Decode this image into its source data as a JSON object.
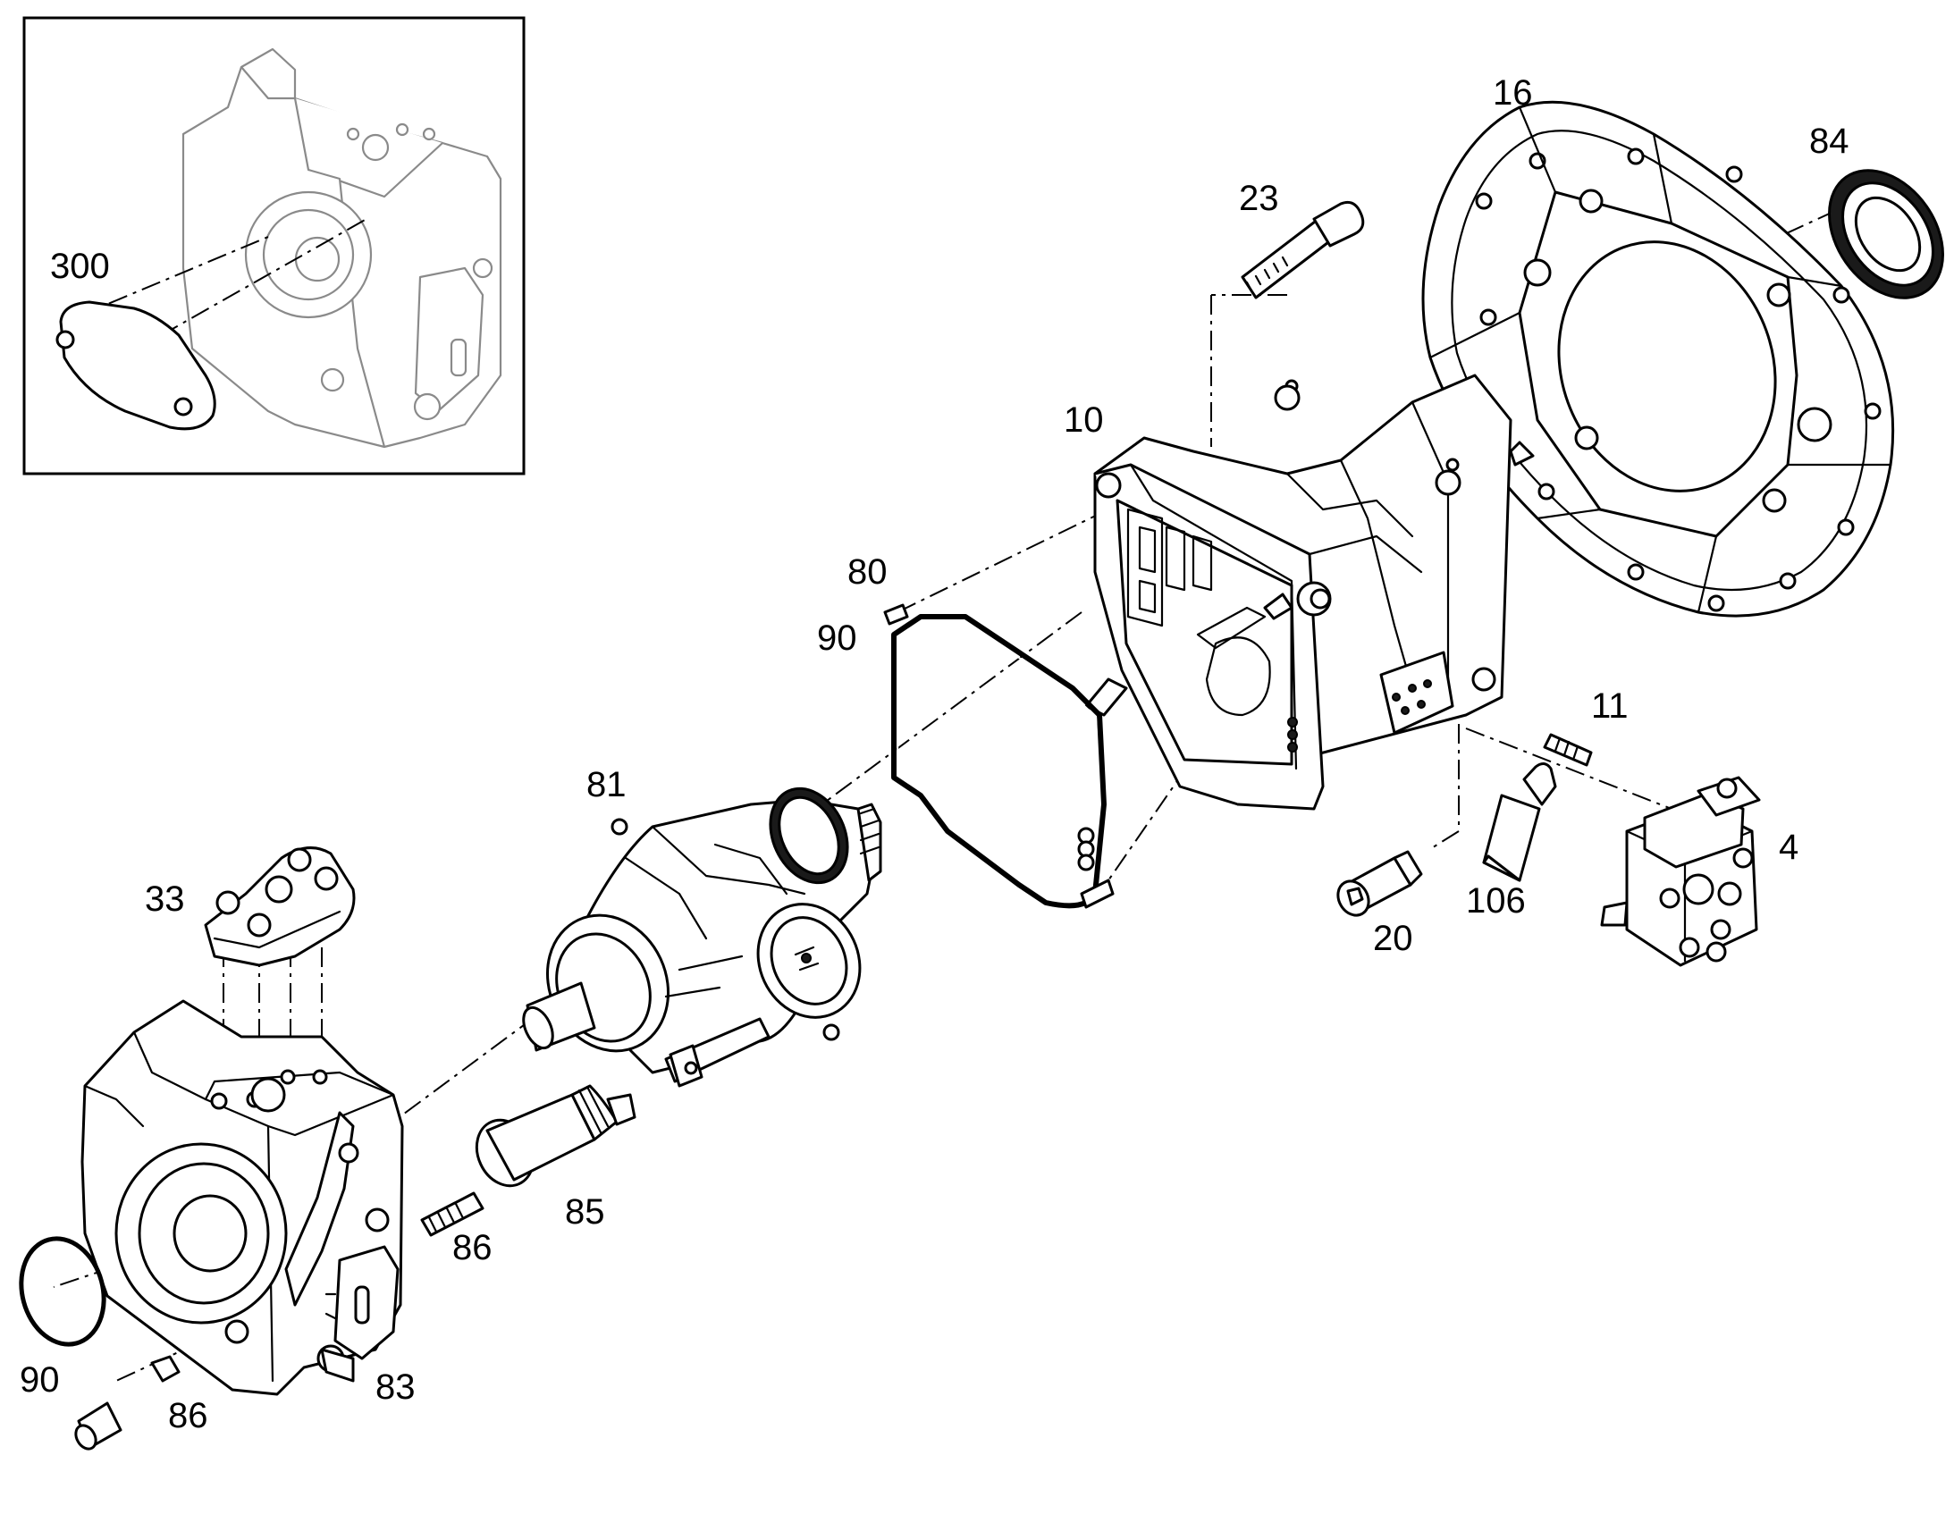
{
  "callouts": {
    "c300": "300",
    "c16": "16",
    "c84": "84",
    "c23": "23",
    "c10": "10",
    "c80": "80",
    "c90_upper": "90",
    "c11": "11",
    "c81": "81",
    "c4": "4",
    "c106": "106",
    "c20": "20",
    "c33": "33",
    "c85": "85",
    "c86_mid": "86",
    "c90_lower": "90",
    "c86_lower": "86",
    "c83": "83"
  },
  "colors": {
    "line": "#000000",
    "inset_line": "#8a8a8a",
    "background": "#ffffff"
  }
}
